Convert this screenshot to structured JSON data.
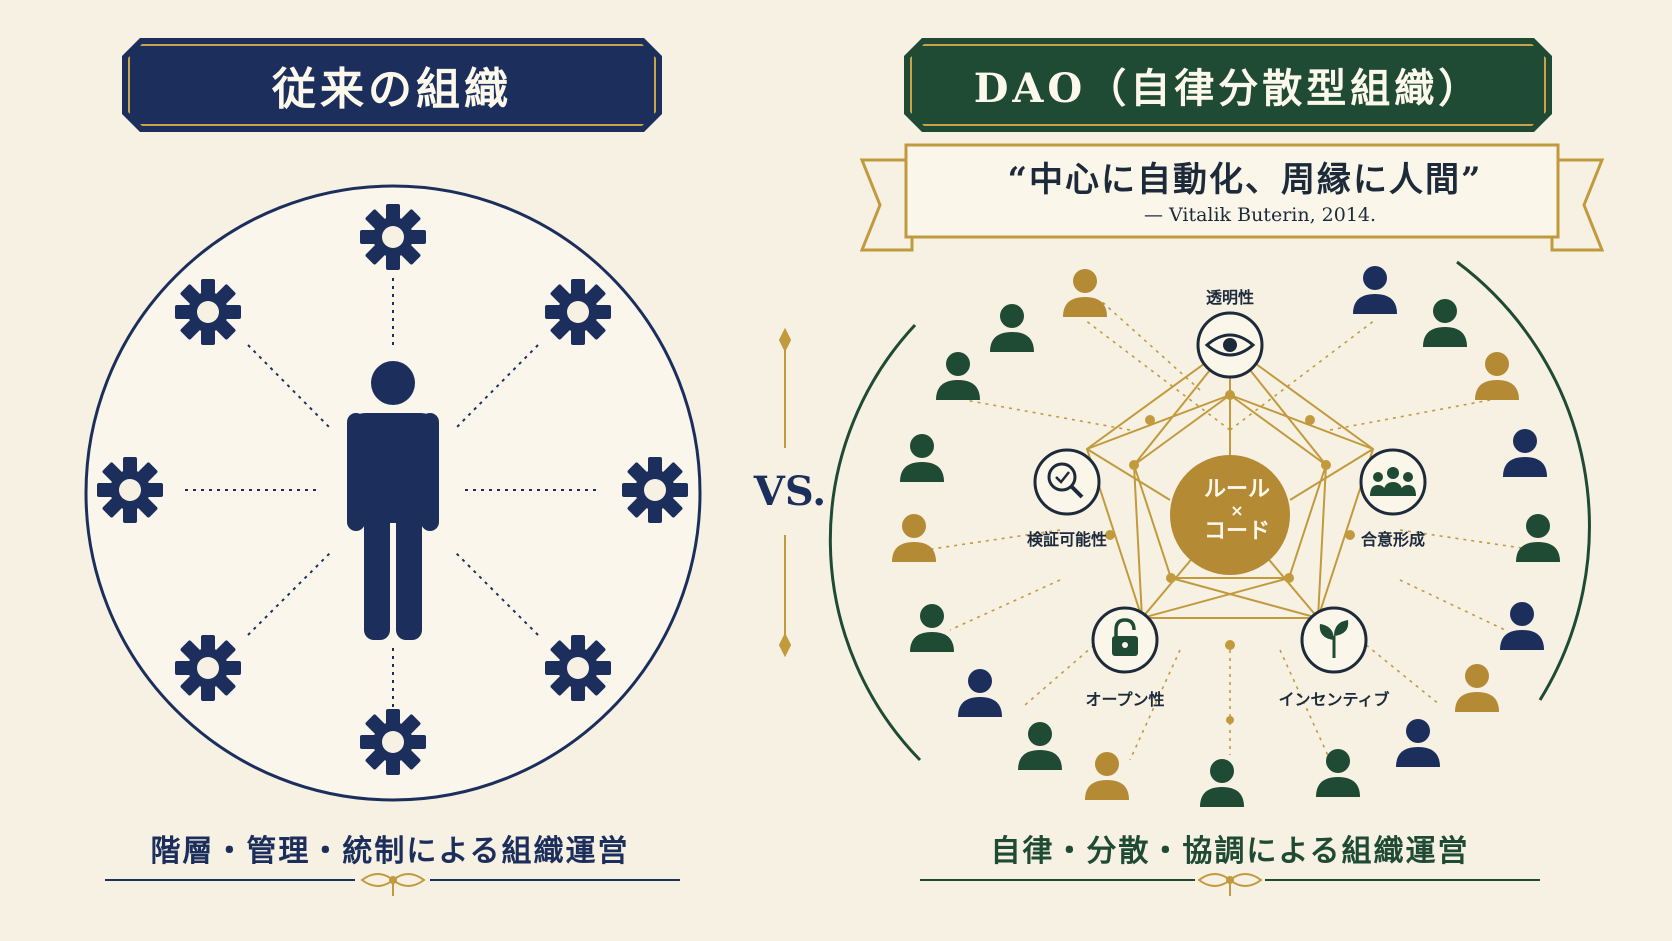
{
  "left": {
    "title": "従来の組織",
    "caption": "階層・管理・統制による組織運営"
  },
  "divider": {
    "label": "VS."
  },
  "right": {
    "title": "DAO（自律分散型組織）",
    "quote": "“中心に自動化、周縁に人間”",
    "attribution": "— Vitalik Buterin, 2014.",
    "hub": {
      "line1": "ルール",
      "line2": "×",
      "line3": "コード"
    },
    "nodes": {
      "top": "透明性",
      "left": "検証可能性",
      "right": "合意形成",
      "bottom_left": "オープン性",
      "bottom_right": "インセンティブ"
    },
    "caption": "自律・分散・協調による組織運営"
  },
  "colors": {
    "navy": "#1c2f5c",
    "green": "#1f4a34",
    "gold": "#c29a3e",
    "background": "#f7f1e3"
  },
  "icons": {
    "left_center": "person-icon",
    "left_ring": "gear-icon",
    "top": "eye-icon",
    "left": "magnifier-check-icon",
    "right": "group-icon",
    "bottom_left": "padlock-icon",
    "bottom_right": "sprout-icon"
  }
}
